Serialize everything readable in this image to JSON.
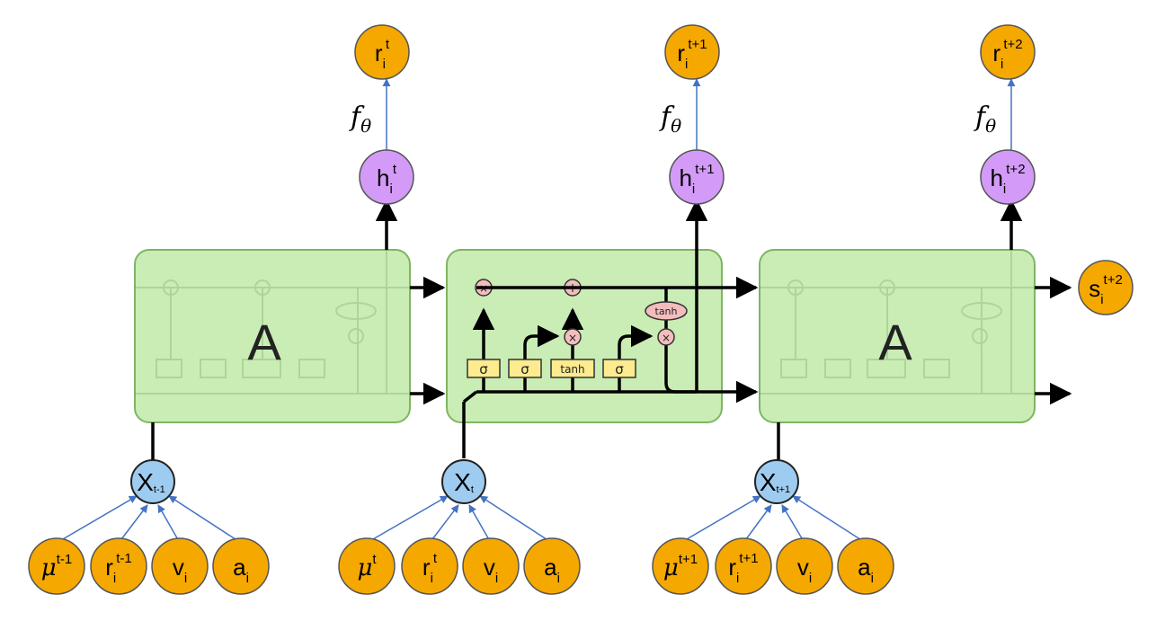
{
  "colors": {
    "orange": "#F5A800",
    "purple": "#D39BF7",
    "blue": "#9ECBF0",
    "cell_green": "#C9EDB5",
    "cell_border": "#7FB563",
    "gate_yellow": "#FCEB8F",
    "op_pink": "#F4BDBD",
    "link_blue": "#4472C4"
  },
  "cells": [
    {
      "label": "A"
    },
    {
      "label": ""
    },
    {
      "label": "A"
    }
  ],
  "gates": {
    "sigma": "σ",
    "tanh": "tanh",
    "mul": "×",
    "add": "+"
  },
  "map_label": {
    "base": "f",
    "sub": "θ"
  },
  "outputs": [
    {
      "base": "r",
      "sub": "i",
      "sup": "t"
    },
    {
      "base": "r",
      "sub": "i",
      "sup": "t+1"
    },
    {
      "base": "r",
      "sub": "i",
      "sup": "t+2"
    }
  ],
  "hidden": [
    {
      "base": "h",
      "sub": "i",
      "sup": "t"
    },
    {
      "base": "h",
      "sub": "i",
      "sup": "t+1"
    },
    {
      "base": "h",
      "sub": "i",
      "sup": "t+2"
    }
  ],
  "state_out": {
    "base": "s",
    "sub": "i",
    "sup": "t+2"
  },
  "inputs": [
    {
      "base": "X",
      "sub": "t-1"
    },
    {
      "base": "X",
      "sub": "t"
    },
    {
      "base": "X",
      "sub": "t+1"
    }
  ],
  "features": [
    [
      {
        "base": "μ",
        "sub": "",
        "sup": "t-1"
      },
      {
        "base": "r",
        "sub": "i",
        "sup": "t-1"
      },
      {
        "base": "v",
        "sub": "i",
        "sup": ""
      },
      {
        "base": "a",
        "sub": "i",
        "sup": ""
      }
    ],
    [
      {
        "base": "μ",
        "sub": "",
        "sup": "t"
      },
      {
        "base": "r",
        "sub": "i",
        "sup": "t"
      },
      {
        "base": "v",
        "sub": "i",
        "sup": ""
      },
      {
        "base": "a",
        "sub": "i",
        "sup": ""
      }
    ],
    [
      {
        "base": "μ",
        "sub": "",
        "sup": "t+1"
      },
      {
        "base": "r",
        "sub": "i",
        "sup": "t+1"
      },
      {
        "base": "v",
        "sub": "i",
        "sup": ""
      },
      {
        "base": "a",
        "sub": "i",
        "sup": ""
      }
    ]
  ]
}
